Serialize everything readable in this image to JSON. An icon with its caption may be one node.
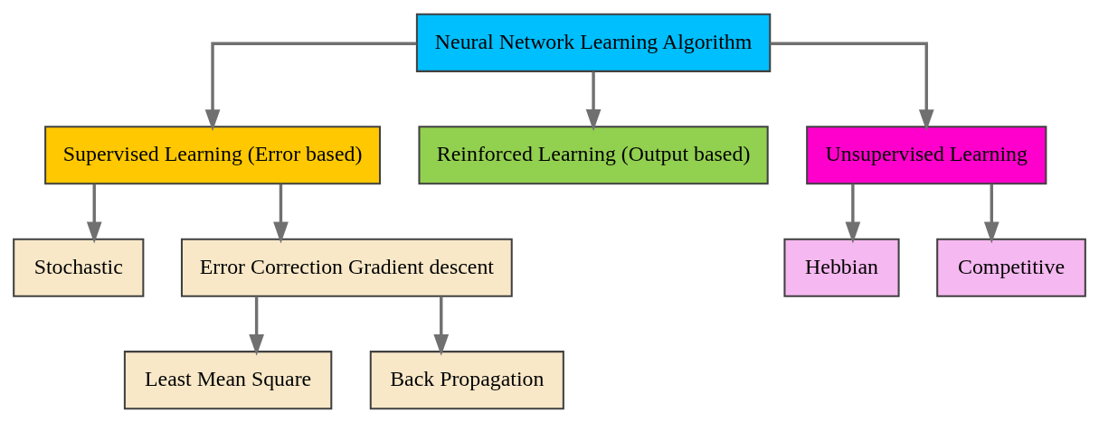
{
  "diagram": {
    "nodes": [
      {
        "text": [
          "Neural Network Learning Algorithm"
        ]
      },
      {
        "text": [
          "Supervised Learning (Error based)"
        ]
      },
      {
        "text": [
          "Reinforced Learning (Output based)"
        ]
      },
      {
        "text": [
          "Unsupervised Learning"
        ]
      },
      {
        "text": [
          "Stochastic"
        ]
      },
      {
        "text": [
          "Error Correction Gradient descent"
        ]
      },
      {
        "text": [
          "Hebbian"
        ]
      },
      {
        "text": [
          "Competitive"
        ]
      },
      {
        "text": [
          "Least Mean Square"
        ]
      },
      {
        "text": [
          "Back Propagation"
        ]
      }
    ],
    "edges": [
      {
        "from": 0,
        "to": 1,
        "arrow": "to"
      },
      {
        "from": 0,
        "to": 2,
        "arrow": "to"
      },
      {
        "from": 0,
        "to": 3,
        "arrow": "to"
      },
      {
        "from": 1,
        "to": 4,
        "arrow": "to"
      },
      {
        "from": 1,
        "to": 5,
        "arrow": "to"
      },
      {
        "from": 5,
        "to": 8,
        "arrow": "to"
      },
      {
        "from": 5,
        "to": 9,
        "arrow": "to"
      },
      {
        "from": 3,
        "to": 6,
        "arrow": "to"
      },
      {
        "from": 3,
        "to": 7,
        "arrow": "to"
      }
    ]
  }
}
